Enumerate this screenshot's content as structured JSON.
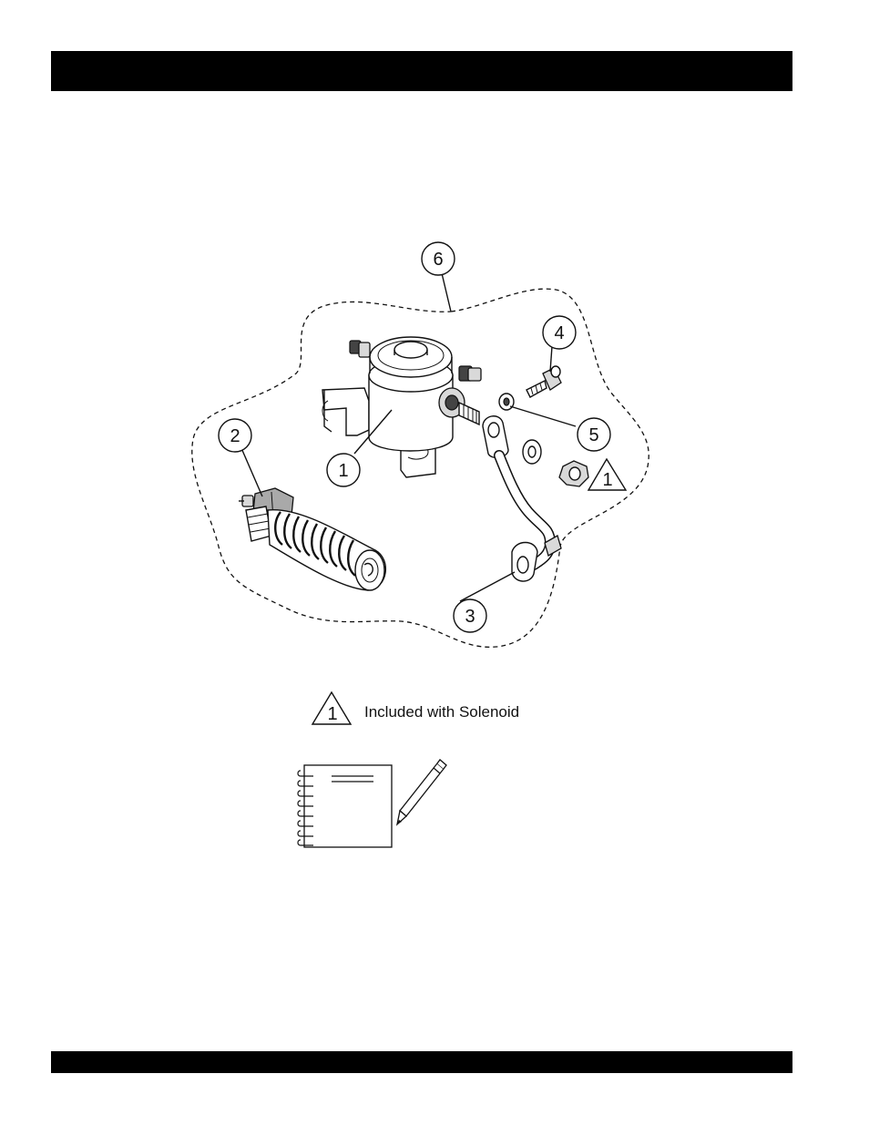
{
  "header_bar": "",
  "footer_bar": "",
  "callouts": [
    {
      "label": "1"
    },
    {
      "label": "2"
    },
    {
      "label": "3"
    },
    {
      "label": "4"
    },
    {
      "label": "5"
    },
    {
      "label": "6"
    }
  ],
  "note_marker": "1",
  "legend": {
    "symbol_number": "1",
    "text": "Included with Solenoid"
  },
  "icons": [
    "solenoid",
    "starter-switch",
    "battery-cable",
    "screw",
    "washer",
    "nut",
    "notebook-icon",
    "pencil-icon"
  ]
}
